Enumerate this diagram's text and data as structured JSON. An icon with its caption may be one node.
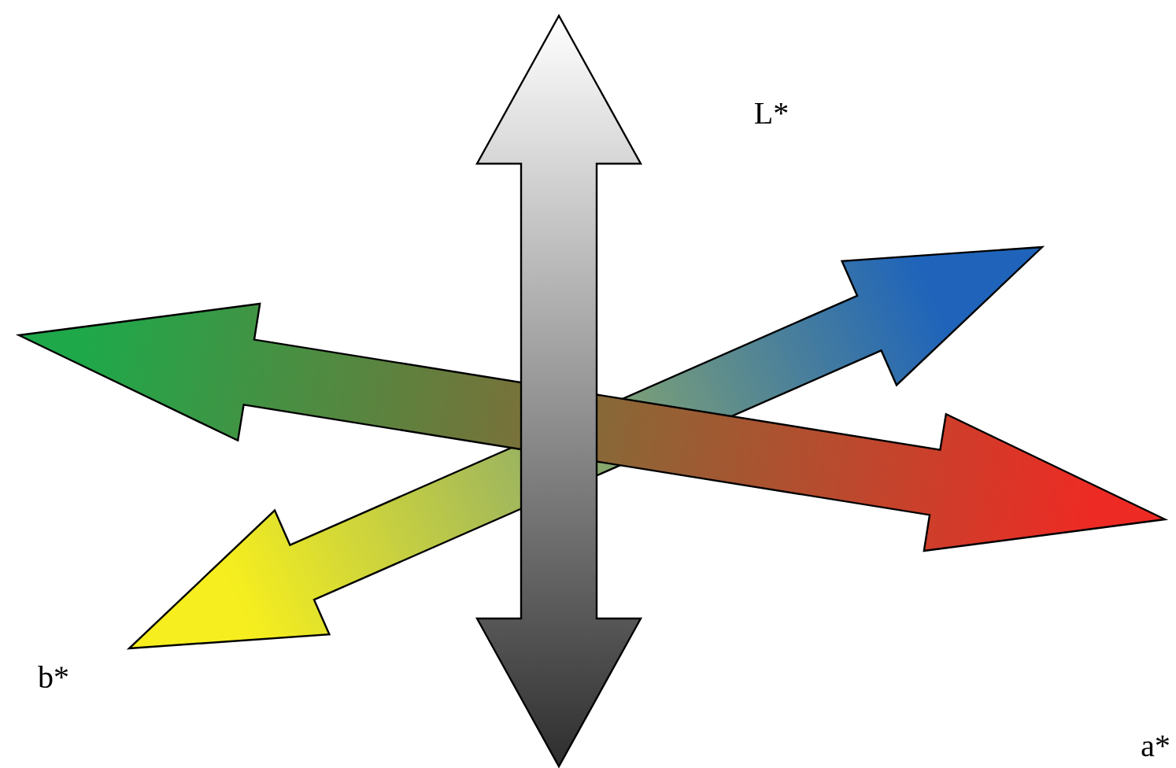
{
  "diagram": {
    "labels": [
      "L*",
      "b*",
      "a*"
    ]
  }
}
